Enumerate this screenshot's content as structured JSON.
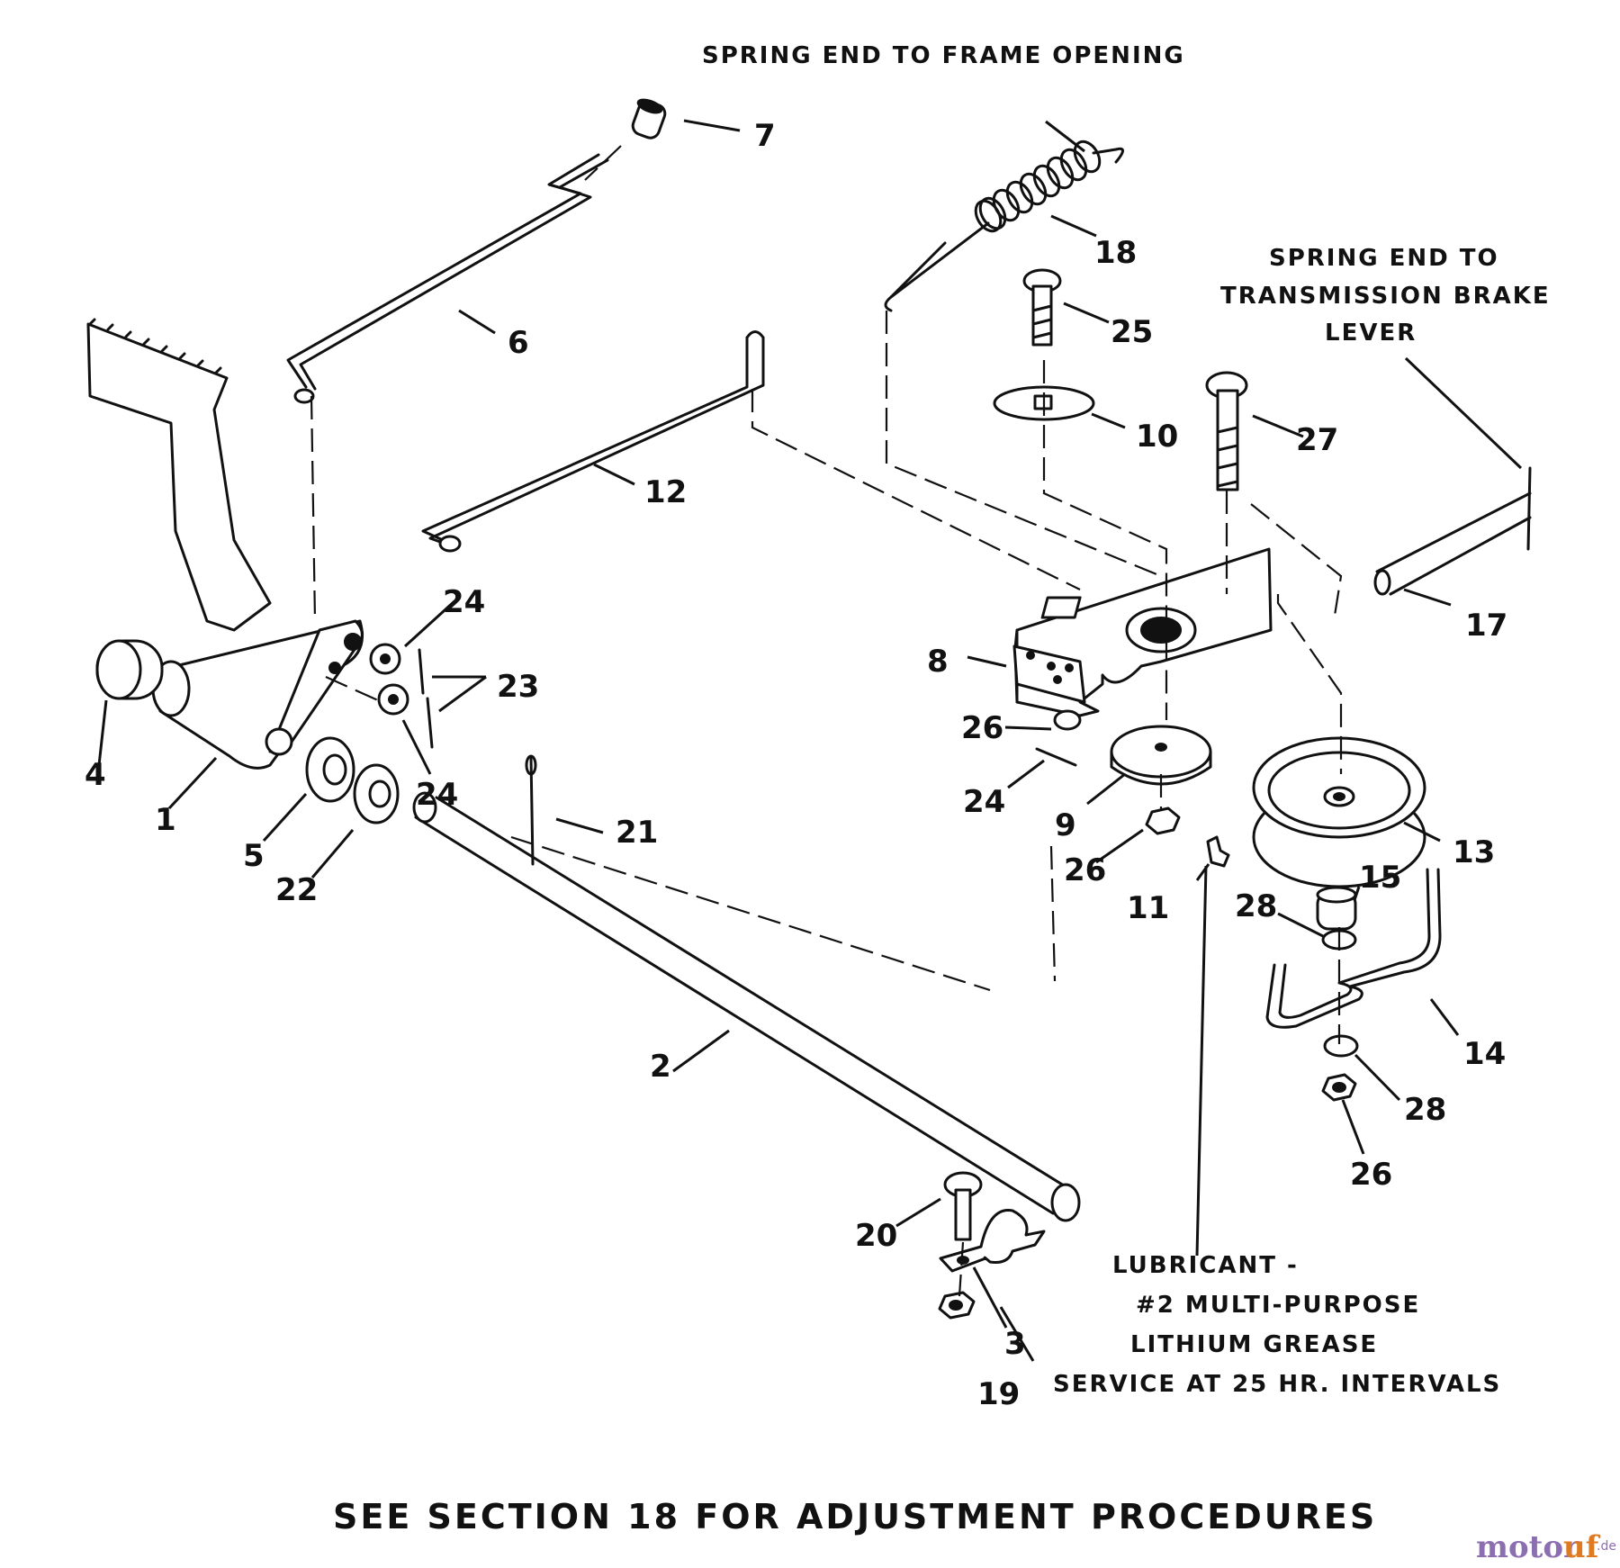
{
  "callouts": [
    {
      "id": "1",
      "label": "1"
    },
    {
      "id": "2",
      "label": "2"
    },
    {
      "id": "3",
      "label": "3"
    },
    {
      "id": "4",
      "label": "4"
    },
    {
      "id": "5",
      "label": "5"
    },
    {
      "id": "6",
      "label": "6"
    },
    {
      "id": "7",
      "label": "7"
    },
    {
      "id": "8",
      "label": "8"
    },
    {
      "id": "9",
      "label": "9"
    },
    {
      "id": "10",
      "label": "10"
    },
    {
      "id": "11",
      "label": "11"
    },
    {
      "id": "12",
      "label": "12"
    },
    {
      "id": "13",
      "label": "13"
    },
    {
      "id": "14",
      "label": "14"
    },
    {
      "id": "15",
      "label": "15"
    },
    {
      "id": "17",
      "label": "17"
    },
    {
      "id": "18",
      "label": "18"
    },
    {
      "id": "19",
      "label": "19"
    },
    {
      "id": "20",
      "label": "20"
    },
    {
      "id": "21",
      "label": "21"
    },
    {
      "id": "22",
      "label": "22"
    },
    {
      "id": "23a",
      "label": "23"
    },
    {
      "id": "23b",
      "label": "23"
    },
    {
      "id": "24a",
      "label": "24"
    },
    {
      "id": "24b",
      "label": "24"
    },
    {
      "id": "24c",
      "label": "24"
    },
    {
      "id": "25",
      "label": "25"
    },
    {
      "id": "26a",
      "label": "26"
    },
    {
      "id": "26b",
      "label": "26"
    },
    {
      "id": "27",
      "label": "27"
    },
    {
      "id": "28a",
      "label": "28"
    },
    {
      "id": "28b",
      "label": "28"
    }
  ],
  "notes": {
    "frame_spring": "SPRING END TO FRAME OPENING",
    "brake_spring": [
      "SPRING END TO",
      "TRANSMISSION BRAKE",
      "LEVER"
    ],
    "lubricant": [
      "LUBRICANT -",
      "#2 MULTI-PURPOSE",
      "LITHIUM GREASE",
      "SERVICE AT 25 HR. INTERVALS"
    ]
  },
  "footer": "SEE SECTION 18 FOR ADJUSTMENT PROCEDURES",
  "watermark": {
    "part1": "motor",
    "part2": "uf",
    "suffix": ".de"
  }
}
